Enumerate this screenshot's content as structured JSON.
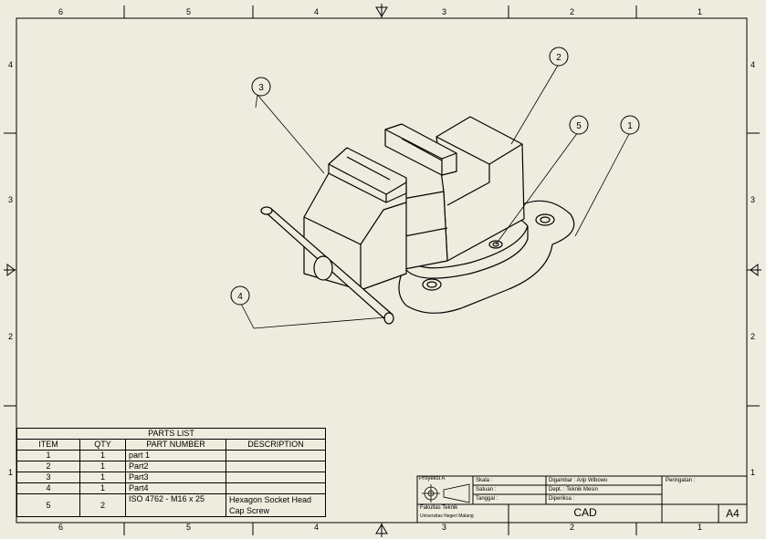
{
  "border": {
    "columns": [
      "6",
      "5",
      "4",
      "3",
      "2",
      "1"
    ],
    "rows": [
      "4",
      "3",
      "2",
      "1"
    ]
  },
  "balloons": [
    "1",
    "2",
    "3",
    "4",
    "5"
  ],
  "parts_list": {
    "title": "PARTS LIST",
    "headers": [
      "ITEM",
      "QTY",
      "PART NUMBER",
      "DESCRIPTION"
    ],
    "rows": [
      {
        "item": "1",
        "qty": "1",
        "part": "part 1",
        "desc": ""
      },
      {
        "item": "2",
        "qty": "1",
        "part": "Part2",
        "desc": ""
      },
      {
        "item": "3",
        "qty": "1",
        "part": "Part3",
        "desc": ""
      },
      {
        "item": "4",
        "qty": "1",
        "part": "Part4",
        "desc": ""
      },
      {
        "item": "5",
        "qty": "2",
        "part": "ISO 4762 - M16 x 25",
        "desc": "Hexagon Socket Head Cap Screw"
      }
    ]
  },
  "title_block": {
    "proyeksi": "Proyeksi A",
    "skala": "Skala :",
    "satuan": "Satuan :",
    "tanggal": "Tanggal :",
    "digambar": "Digambar : Arip Wibowo",
    "dept": "Dept. : Teknik Mesin",
    "diperiksa": "Diperiksa :",
    "peringatan": "Peringatan :",
    "fakultas": "Fakultas Teknik",
    "universitas": "Universitas Negeri Malang",
    "drawing_name": "CAD",
    "sheet_size": "A4"
  }
}
